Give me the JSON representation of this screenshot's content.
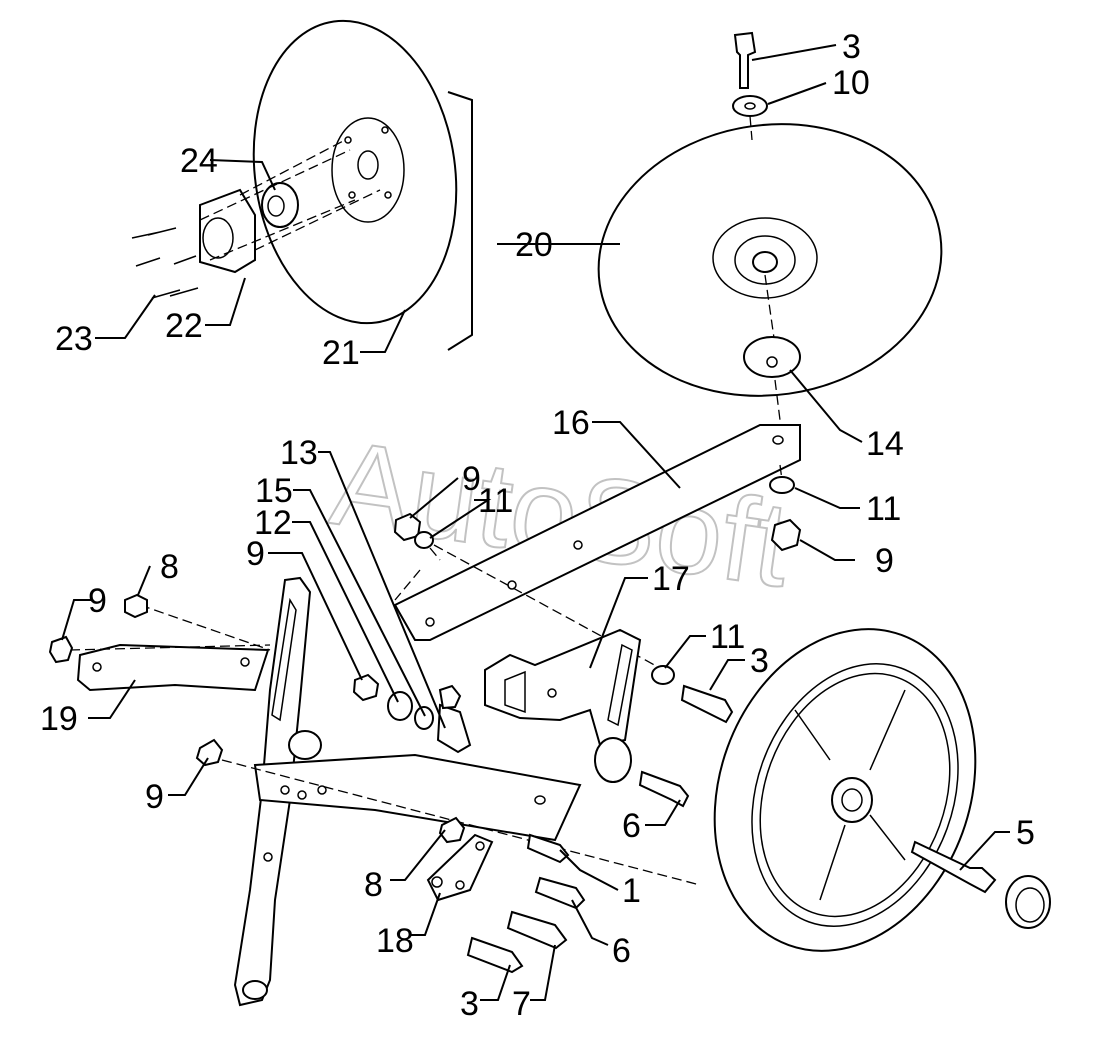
{
  "watermark": "AutoSoft",
  "callouts": {
    "c1": "1",
    "c3a": "3",
    "c3b": "3",
    "c3c": "3",
    "c5": "5",
    "c6a": "6",
    "c6b": "6",
    "c7": "7",
    "c8a": "8",
    "c8b": "8",
    "c9a": "9",
    "c9b": "9",
    "c9c": "9",
    "c9d": "9",
    "c9e": "9",
    "c10": "10",
    "c11a": "11",
    "c11b": "11",
    "c11c": "11",
    "c12": "12",
    "c13": "13",
    "c14": "14",
    "c15": "15",
    "c16": "16",
    "c17": "17",
    "c18": "18",
    "c19": "19",
    "c20": "20",
    "c21": "21",
    "c22": "22",
    "c23": "23",
    "c24": "24"
  }
}
